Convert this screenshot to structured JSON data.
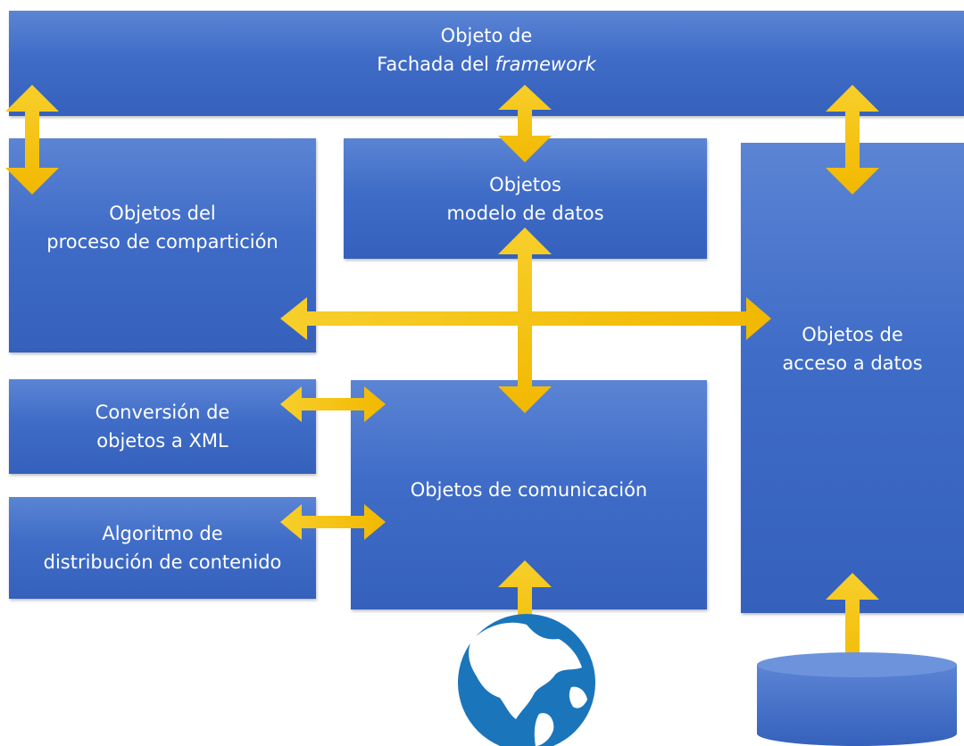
{
  "boxes": {
    "facade_line1": "Objeto de",
    "facade_line2_prefix": "Fachada del ",
    "facade_line2_italic": "framework",
    "sharing_process": "Objetos del\nproceso de compartición",
    "data_model": "Objetos\nmodelo de datos",
    "data_access": "Objetos de\nacceso a datos",
    "xml_conversion": "Conversión de\nobjetos a XML",
    "distribution_algorithm": "Algoritmo de\ndistribución de contenido",
    "communication": "Objetos de comunicación"
  },
  "colors": {
    "box_fill": "#4472c4",
    "arrow_fill": "#f5c400",
    "globe_ocean": "#1b75bb",
    "database_fill": "#3f6cc7"
  },
  "icons": {
    "network": "globe-icon",
    "storage": "database-icon"
  }
}
